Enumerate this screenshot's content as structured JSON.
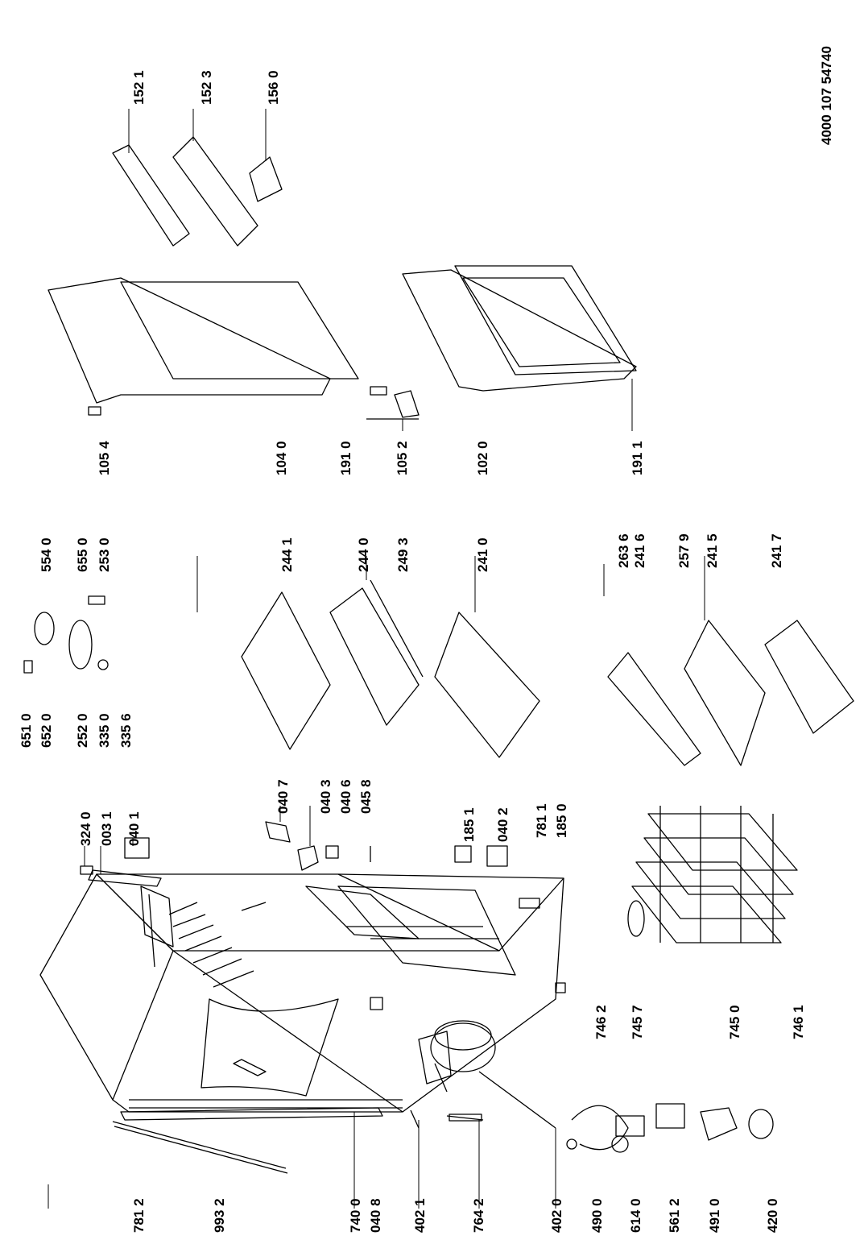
{
  "document": {
    "doc_number": "4000 107 54740"
  },
  "part_labels": {
    "p781_2": "781 2",
    "p993_2": "993 2",
    "p740_0": "740 0",
    "p040_8": "040 8",
    "p402_1": "402 1",
    "p764_2": "764 2",
    "p402_0": "402 0",
    "p490_0": "490 0",
    "p614_0": "614 0",
    "p561_2": "561 2",
    "p491_0": "491 0",
    "p420_0": "420 0",
    "p324_0": "324 0",
    "p003_1": "003 1",
    "p040_1": "040 1",
    "p040_7": "040 7",
    "p040_3": "040 3",
    "p040_6": "040 6",
    "p045_8": "045 8",
    "p185_1": "185 1",
    "p040_2": "040 2",
    "p781_1": "781 1",
    "p185_0": "185 0",
    "p746_2": "746 2",
    "p745_7": "745 7",
    "p745_0": "745 0",
    "p746_1": "746 1",
    "p651_0": "651 0",
    "p652_0": "652 0",
    "p252_0": "252 0",
    "p335_0": "335 0",
    "p335_6": "335 6",
    "p554_0": "554 0",
    "p655_0": "655 0",
    "p253_0": "253 0",
    "p244_1": "244 1",
    "p244_0": "244 0",
    "p249_3": "249 3",
    "p241_0": "241 0",
    "p263_6": "263 6",
    "p241_6": "241 6",
    "p257_9": "257 9",
    "p241_5": "241 5",
    "p241_7": "241 7",
    "p105_4": "105 4",
    "p104_0": "104 0",
    "p191_0": "191 0",
    "p105_2": "105 2",
    "p102_0": "102 0",
    "p191_1": "191 1",
    "p152_1": "152 1",
    "p152_3": "152 3",
    "p156_0": "156 0"
  }
}
